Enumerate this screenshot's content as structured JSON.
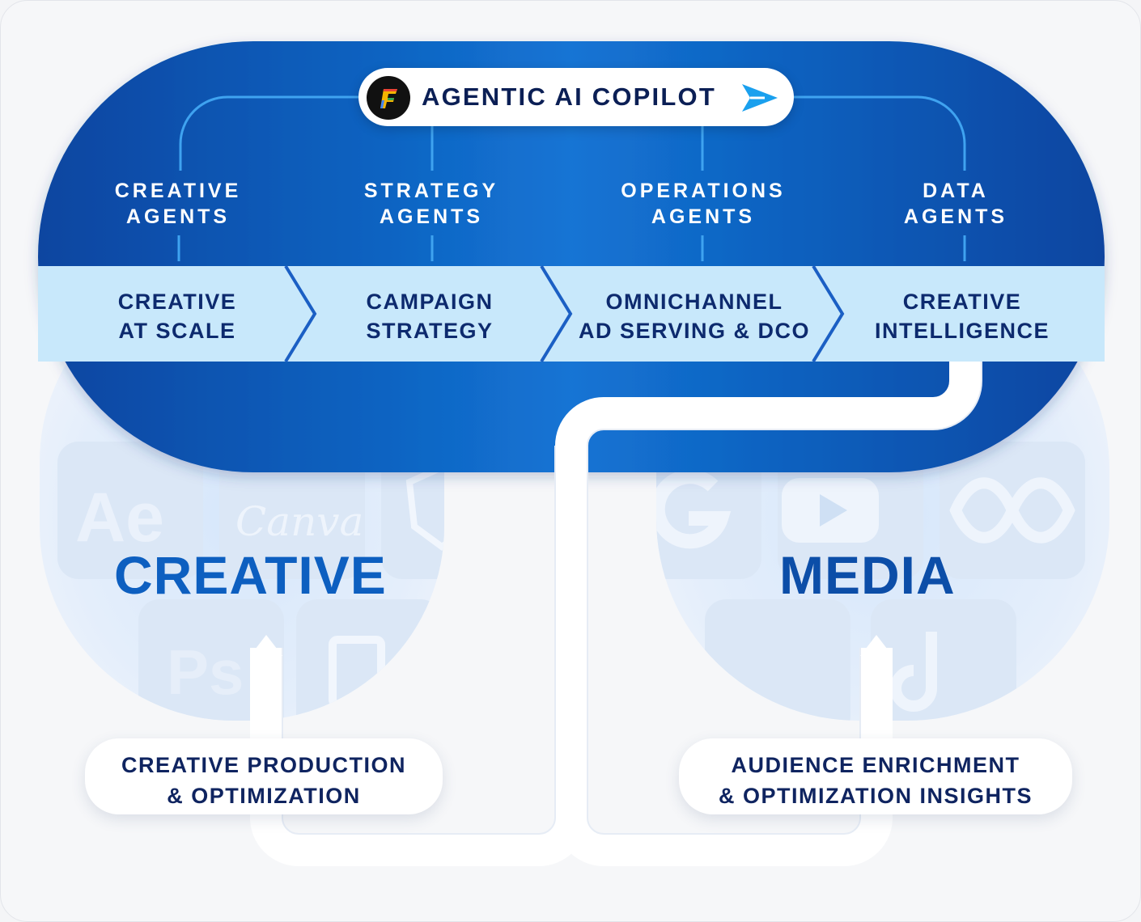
{
  "copilot": {
    "title": "AGENTIC AI COPILOT"
  },
  "agents": [
    {
      "line1": "CREATIVE",
      "line2": "AGENTS"
    },
    {
      "line1": "STRATEGY",
      "line2": "AGENTS"
    },
    {
      "line1": "OPERATIONS",
      "line2": "AGENTS"
    },
    {
      "line1": "DATA",
      "line2": "AGENTS"
    }
  ],
  "stages": [
    {
      "line1": "CREATIVE",
      "line2": "AT SCALE"
    },
    {
      "line1": "CAMPAIGN",
      "line2": "STRATEGY"
    },
    {
      "line1": "OMNICHANNEL",
      "line2": "AD SERVING & DCO"
    },
    {
      "line1": "CREATIVE",
      "line2": "INTELLIGENCE"
    }
  ],
  "creative": {
    "title": "CREATIVE",
    "tools": [
      "Ae",
      "Canva",
      "Ps"
    ],
    "card_line1": "CREATIVE PRODUCTION",
    "card_line2": "& OPTIMIZATION"
  },
  "media": {
    "title": "MEDIA",
    "card_line1": "AUDIENCE ENRICHMENT",
    "card_line2": "& OPTIMIZATION INSIGHTS"
  },
  "colors": {
    "band_dark": "#0a4aa6",
    "band_light": "#1273d3",
    "stage_strip": "#c8e8fb",
    "title_blue": "#0d5fc0",
    "text_navy": "#0d2a6e"
  }
}
